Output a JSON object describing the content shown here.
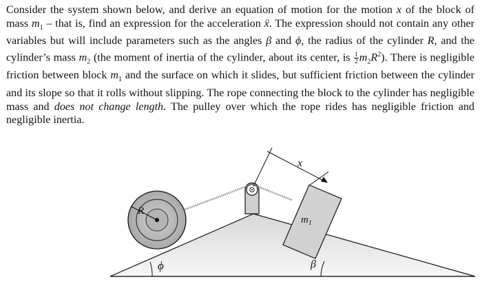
{
  "problem": {
    "intro": "Consider the system shown below, and derive an equation of motion for the motion",
    "var_x": "x",
    "of_the_block": "of the block of mass",
    "m1": "m",
    "m1_sub": "1",
    "that_is": "– that is, find an expression for the acceleration",
    "xddot": "ẍ",
    "expression_should": ". The expression should not contain any other variables but will include parameters such as the angles",
    "beta": "β",
    "and_word": "and",
    "phi": "ϕ",
    "radius_part": ", the radius of the cylinder",
    "R": "R",
    "mass_part": ", and the cylinder’s mass",
    "m2": "m",
    "m2_sub": "2",
    "inertia_part": "(the moment of inertia of the cylinder, about its center, is",
    "frac_num": "1",
    "frac_den": "2",
    "inertia_m": "m",
    "inertia_sub": "2",
    "inertia_R": "R",
    "inertia_sup": "2",
    "inertia_close": ").",
    "friction_part": "There is negligible friction between block",
    "friction_part2": "and the surface on which it slides, but sufficient friction between the cylinder and its slope so that it rolls without slipping. The rope connecting the block to the cylinder has negligible mass and",
    "does_not_change": "does not change length",
    "pulley_part": ". The pulley over which the rope rides has negligible friction and negligible inertia."
  },
  "figure": {
    "label_x": "x",
    "label_R": "R",
    "label_m1": "m",
    "label_m1_sub": "1",
    "label_phi": "ϕ",
    "label_beta": "β"
  }
}
